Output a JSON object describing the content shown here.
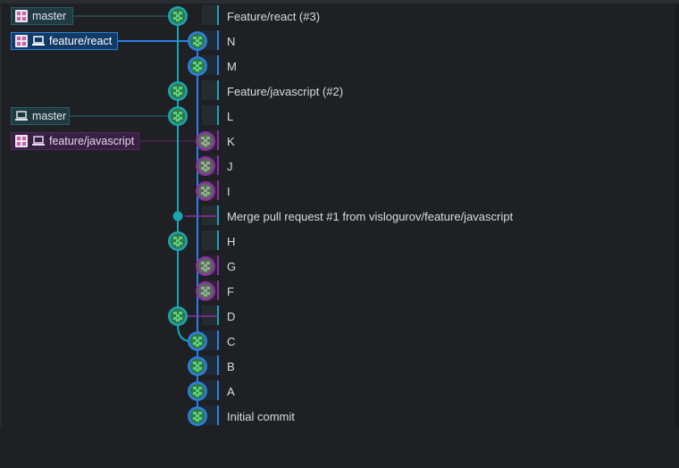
{
  "refs": {
    "master_remote": {
      "label": "master",
      "icon": "remote-branch-icon"
    },
    "feature_react": {
      "label": "feature/react",
      "icon": "laptop-icon"
    },
    "master_local": {
      "label": "master",
      "icon": "laptop-icon"
    },
    "feature_javascript": {
      "label": "feature/javascript",
      "icon": "laptop-icon"
    }
  },
  "commits": [
    {
      "message": "Feature/react (#3)"
    },
    {
      "message": "N"
    },
    {
      "message": "M"
    },
    {
      "message": "Feature/javascript (#2)"
    },
    {
      "message": "L"
    },
    {
      "message": "K"
    },
    {
      "message": "J"
    },
    {
      "message": "I"
    },
    {
      "message": "Merge pull request #1 from vislogurov/feature/javascript"
    },
    {
      "message": "H"
    },
    {
      "message": "G"
    },
    {
      "message": "F"
    },
    {
      "message": "D"
    },
    {
      "message": "C"
    },
    {
      "message": "B"
    },
    {
      "message": "A"
    },
    {
      "message": "Initial commit"
    }
  ],
  "colors": {
    "background": "#1e2023",
    "teal_lane": "#1aa5b5",
    "blue_lane": "#2b7fe8",
    "purple_lane": "#8a2fa3",
    "text": "#d7dde3"
  }
}
